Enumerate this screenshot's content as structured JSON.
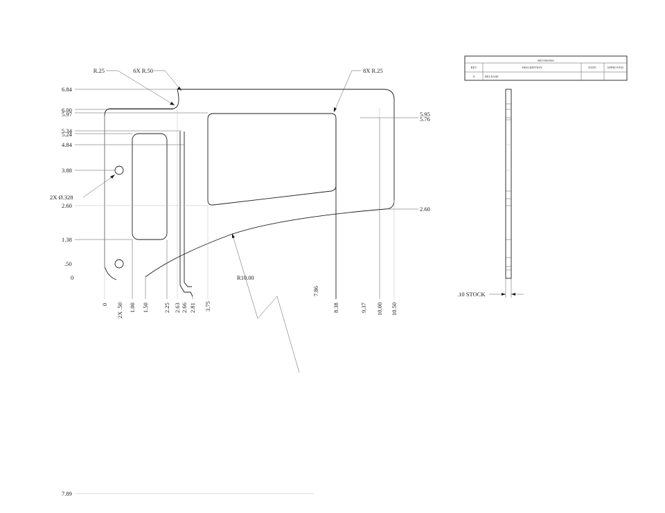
{
  "callouts": {
    "r25": "R.25",
    "r50": "6X R.50",
    "r25x8": "8X R.25",
    "hole": "2X Ø.328",
    "r10": "R10.00",
    "stock": ".10 STOCK"
  },
  "left_dims": [
    "6.84",
    "6.00",
    "5.97",
    "5.34",
    "5.24",
    "4.84",
    "3.88",
    "2.60",
    "1.38",
    ".50",
    "0"
  ],
  "right_dims": [
    "5.95",
    "5.76",
    "2.60"
  ],
  "bottom_dims": [
    "0",
    "2X .50",
    "1.00",
    "1.50",
    "2.25",
    "2.63",
    "2.66",
    "2.81",
    "3.75",
    "7.86",
    "8.38",
    "9.37",
    "10.00",
    "10.50"
  ],
  "bottom_left": "7.89",
  "revisions": {
    "title": "REVISIONS",
    "headers": [
      "REV",
      "DESCRIPTION",
      "DATE",
      "APPROVED"
    ],
    "rows": [
      [
        "A",
        "RELEASE",
        "",
        ""
      ]
    ]
  }
}
